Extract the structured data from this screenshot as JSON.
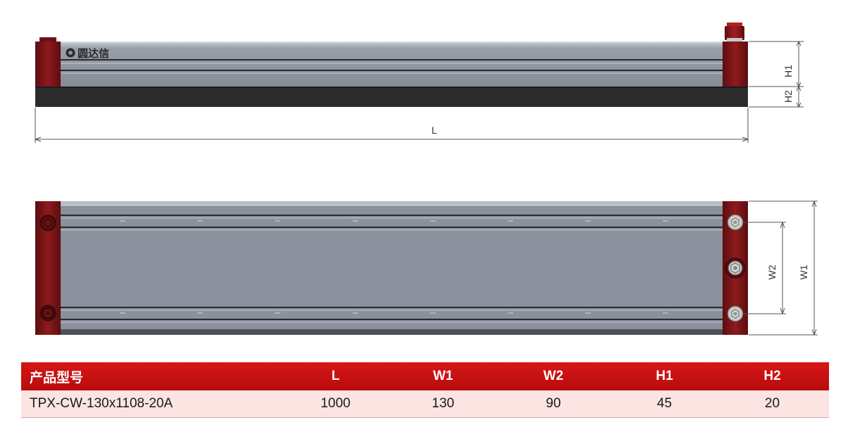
{
  "brand": {
    "logo_text": "圆达信"
  },
  "dimensions": {
    "length_label": "L",
    "h1_label": "H1",
    "h2_label": "H2",
    "w1_label": "W1",
    "w2_label": "W2"
  },
  "colors": {
    "end_cap": "#7d1416",
    "body": "#8a909c",
    "base": "#2b2b2b",
    "header": "#c40f10",
    "row": "#fbe4e2"
  },
  "spec_table": {
    "headers": [
      "产品型号",
      "L",
      "W1",
      "W2",
      "H1",
      "H2"
    ],
    "rows": [
      [
        "TPX-CW-130x1108-20A",
        "1000",
        "130",
        "90",
        "45",
        "20"
      ]
    ]
  }
}
